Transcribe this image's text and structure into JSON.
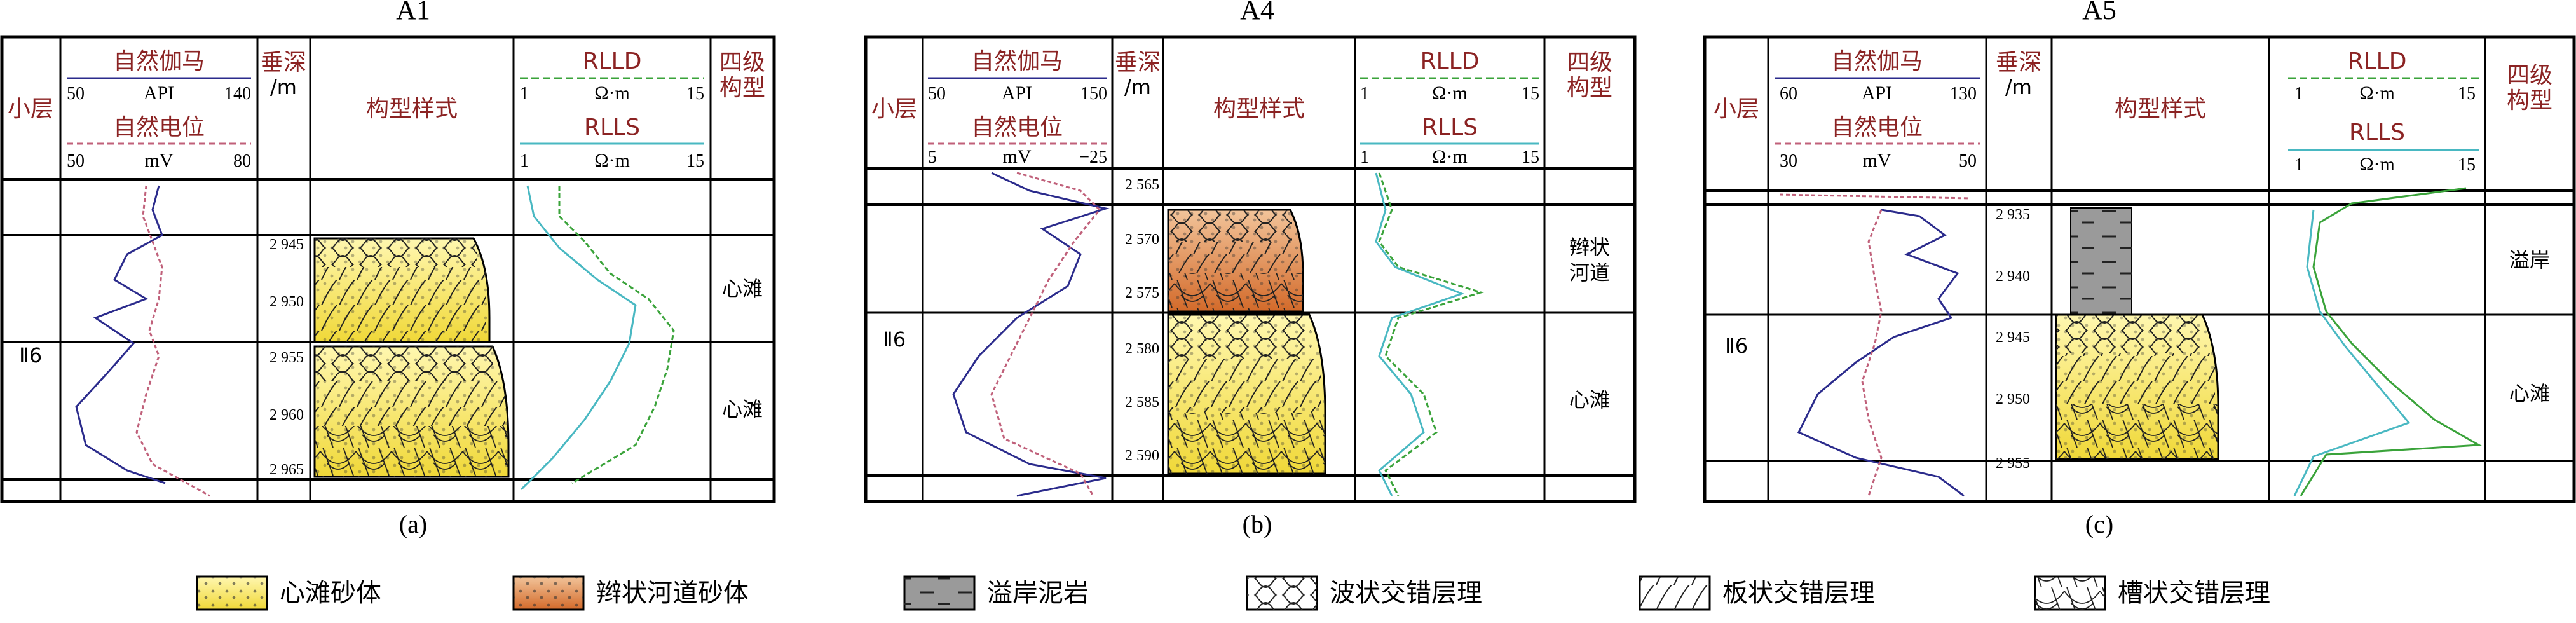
{
  "colors": {
    "gamma": "#2b2b8c",
    "sp": "#c0607a",
    "rlld": "#3aa33a",
    "rlls": "#49b8c2",
    "header_text": "#8b2323",
    "sand_yellow": "#f3e24a",
    "sand_orange": "#e08a3a",
    "mudstone_gray": "#9a9a9a"
  },
  "header_labels": {
    "layer": "小层",
    "depth_a": "垂深",
    "depth_b": "/m",
    "style": "构型样式",
    "order_a": "四级",
    "order_b": "构型",
    "gamma": "自然伽马",
    "gamma_unit": "API",
    "sp": "自然电位",
    "sp_unit": "mV",
    "rlld": "RLLD",
    "rlls": "RLLS",
    "res_unit": "Ω·m"
  },
  "panels": [
    {
      "title": "A1",
      "caption": "(a)",
      "gamma_scale": [
        "50",
        "140"
      ],
      "sp_scale": [
        "50",
        "80"
      ],
      "rlld_scale": [
        "1",
        "15"
      ],
      "rlls_scale": [
        "1",
        "15"
      ],
      "layer": "Ⅱ6",
      "depth_ticks": [
        "2 945",
        "2 950",
        "2 955",
        "2 960",
        "2 965"
      ],
      "facies": [
        "心滩",
        "心滩"
      ]
    },
    {
      "title": "A4",
      "caption": "(b)",
      "gamma_scale": [
        "50",
        "150"
      ],
      "sp_scale": [
        "5",
        "−25"
      ],
      "rlld_scale": [
        "1",
        "15"
      ],
      "rlls_scale": [
        "1",
        "15"
      ],
      "layer": "Ⅱ6",
      "depth_ticks": [
        "2 565",
        "2 570",
        "2 575",
        "2 580",
        "2 585",
        "2 590"
      ],
      "facies": [
        "辫状\n河道",
        "心滩"
      ]
    },
    {
      "title": "A5",
      "caption": "(c)",
      "gamma_scale": [
        "60",
        "130"
      ],
      "sp_scale": [
        "30",
        "50"
      ],
      "rlld_scale": [
        "1",
        "15"
      ],
      "rlls_scale": [
        "1",
        "15"
      ],
      "layer": "Ⅱ6",
      "depth_ticks": [
        "2 935",
        "2 940",
        "2 945",
        "2 950",
        "2 955"
      ],
      "facies": [
        "溢岸",
        "心滩"
      ]
    }
  ],
  "legend": [
    {
      "label": "心滩砂体",
      "icon": "dotted-yellow-sand"
    },
    {
      "label": "辫状河道砂体",
      "icon": "dotted-orange-sand"
    },
    {
      "label": "溢岸泥岩",
      "icon": "dashed-gray-mudstone"
    },
    {
      "label": "波状交错层理",
      "icon": "wavy-cross-bedding"
    },
    {
      "label": "板状交错层理",
      "icon": "planar-cross-bedding"
    },
    {
      "label": "槽状交错层理",
      "icon": "trough-cross-bedding"
    }
  ]
}
